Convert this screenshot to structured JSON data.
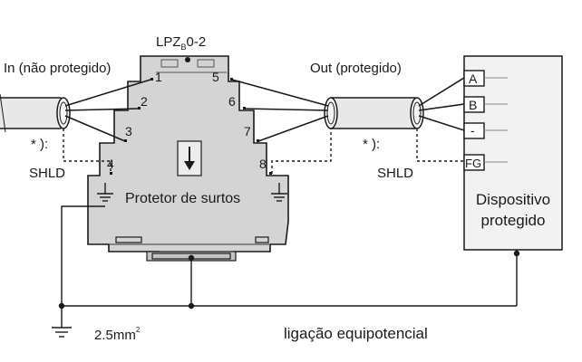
{
  "top_label": {
    "main": "LPZ",
    "sub": "B",
    "rest": "0-2"
  },
  "in_label": "In (não protegido)",
  "out_label": "Out (protegido)",
  "terminals": [
    "1",
    "2",
    "3",
    "4",
    "5",
    "6",
    "7",
    "8"
  ],
  "shield_note_left": "* ):",
  "shield_note_right": "* ):",
  "shld_left": "SHLD",
  "shld_right": "SHLD",
  "device_label": "Protetor de surtos",
  "protected_device": {
    "line1": "Dispositivo",
    "line2": "protegido"
  },
  "device_terminals": [
    "A",
    "B",
    "-",
    "FG"
  ],
  "wire_size": {
    "value": "2.5mm",
    "sup": "2"
  },
  "bonding_label": "ligação equipotencial",
  "colors": {
    "device_fill": "#d4d4d4",
    "outline": "#1a1a1a",
    "cable_fill": "#e8e8e8",
    "box_fill": "#f2f2f2"
  }
}
